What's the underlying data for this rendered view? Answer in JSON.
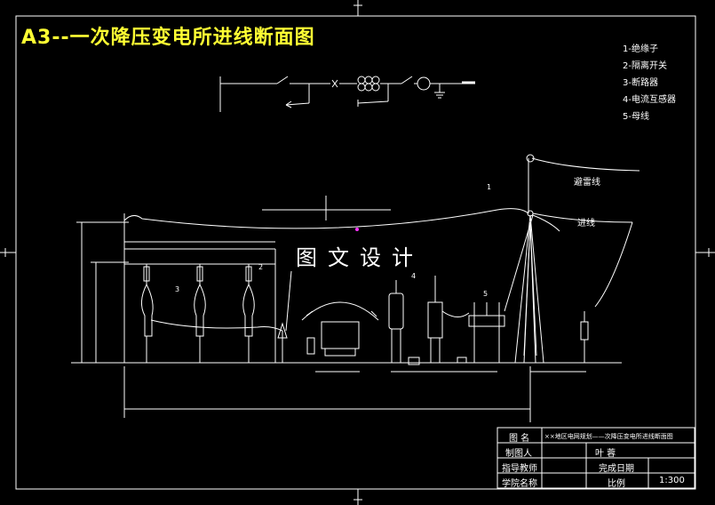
{
  "title": "A3--一次降压变电所进线断面图",
  "watermark": "图文设计",
  "legend": [
    "1-绝缘子",
    "2-隔离开关",
    "3-断路器",
    "4-电流互感器",
    "5-母线"
  ],
  "labels": {
    "lightning_wire": "避雷线",
    "incoming_line": "进线",
    "callout_1": "1",
    "callout_2": "2",
    "callout_3": "3",
    "callout_4": "4",
    "callout_5": "5"
  },
  "title_block": {
    "figure_name_label": "图 名",
    "figure_name": "××地区电网规划——次降压变电所进线断面图",
    "drafter_label": "制图人",
    "drafter_name": "叶 蓉",
    "advisor_label": "指导教师",
    "date_label": "完成日期",
    "college_label": "学院名称",
    "scale_label": "比例",
    "scale_value": "1:300"
  }
}
